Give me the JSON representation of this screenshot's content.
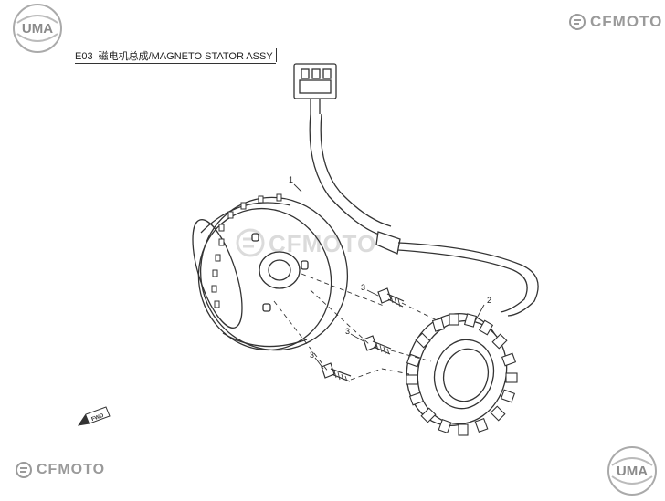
{
  "header": {
    "code": "E03",
    "title": "磁电机总成/MAGNETO STATOR ASSY"
  },
  "branding": {
    "uma_text": "UMA",
    "cfmoto_text": "CFMOTO",
    "watermark_text": "CFMOTO"
  },
  "diagram": {
    "callouts": [
      {
        "label": "1",
        "part": "flywheel-rotor"
      },
      {
        "label": "2",
        "part": "stator"
      },
      {
        "label": "3",
        "part": "bolt"
      },
      {
        "label": "3",
        "part": "bolt"
      },
      {
        "label": "3",
        "part": "bolt"
      }
    ],
    "fwd_label": "FWD"
  },
  "colors": {
    "line": "#333333",
    "brand_gray": "#9a9a9a",
    "watermark": "#d8d8d8"
  }
}
